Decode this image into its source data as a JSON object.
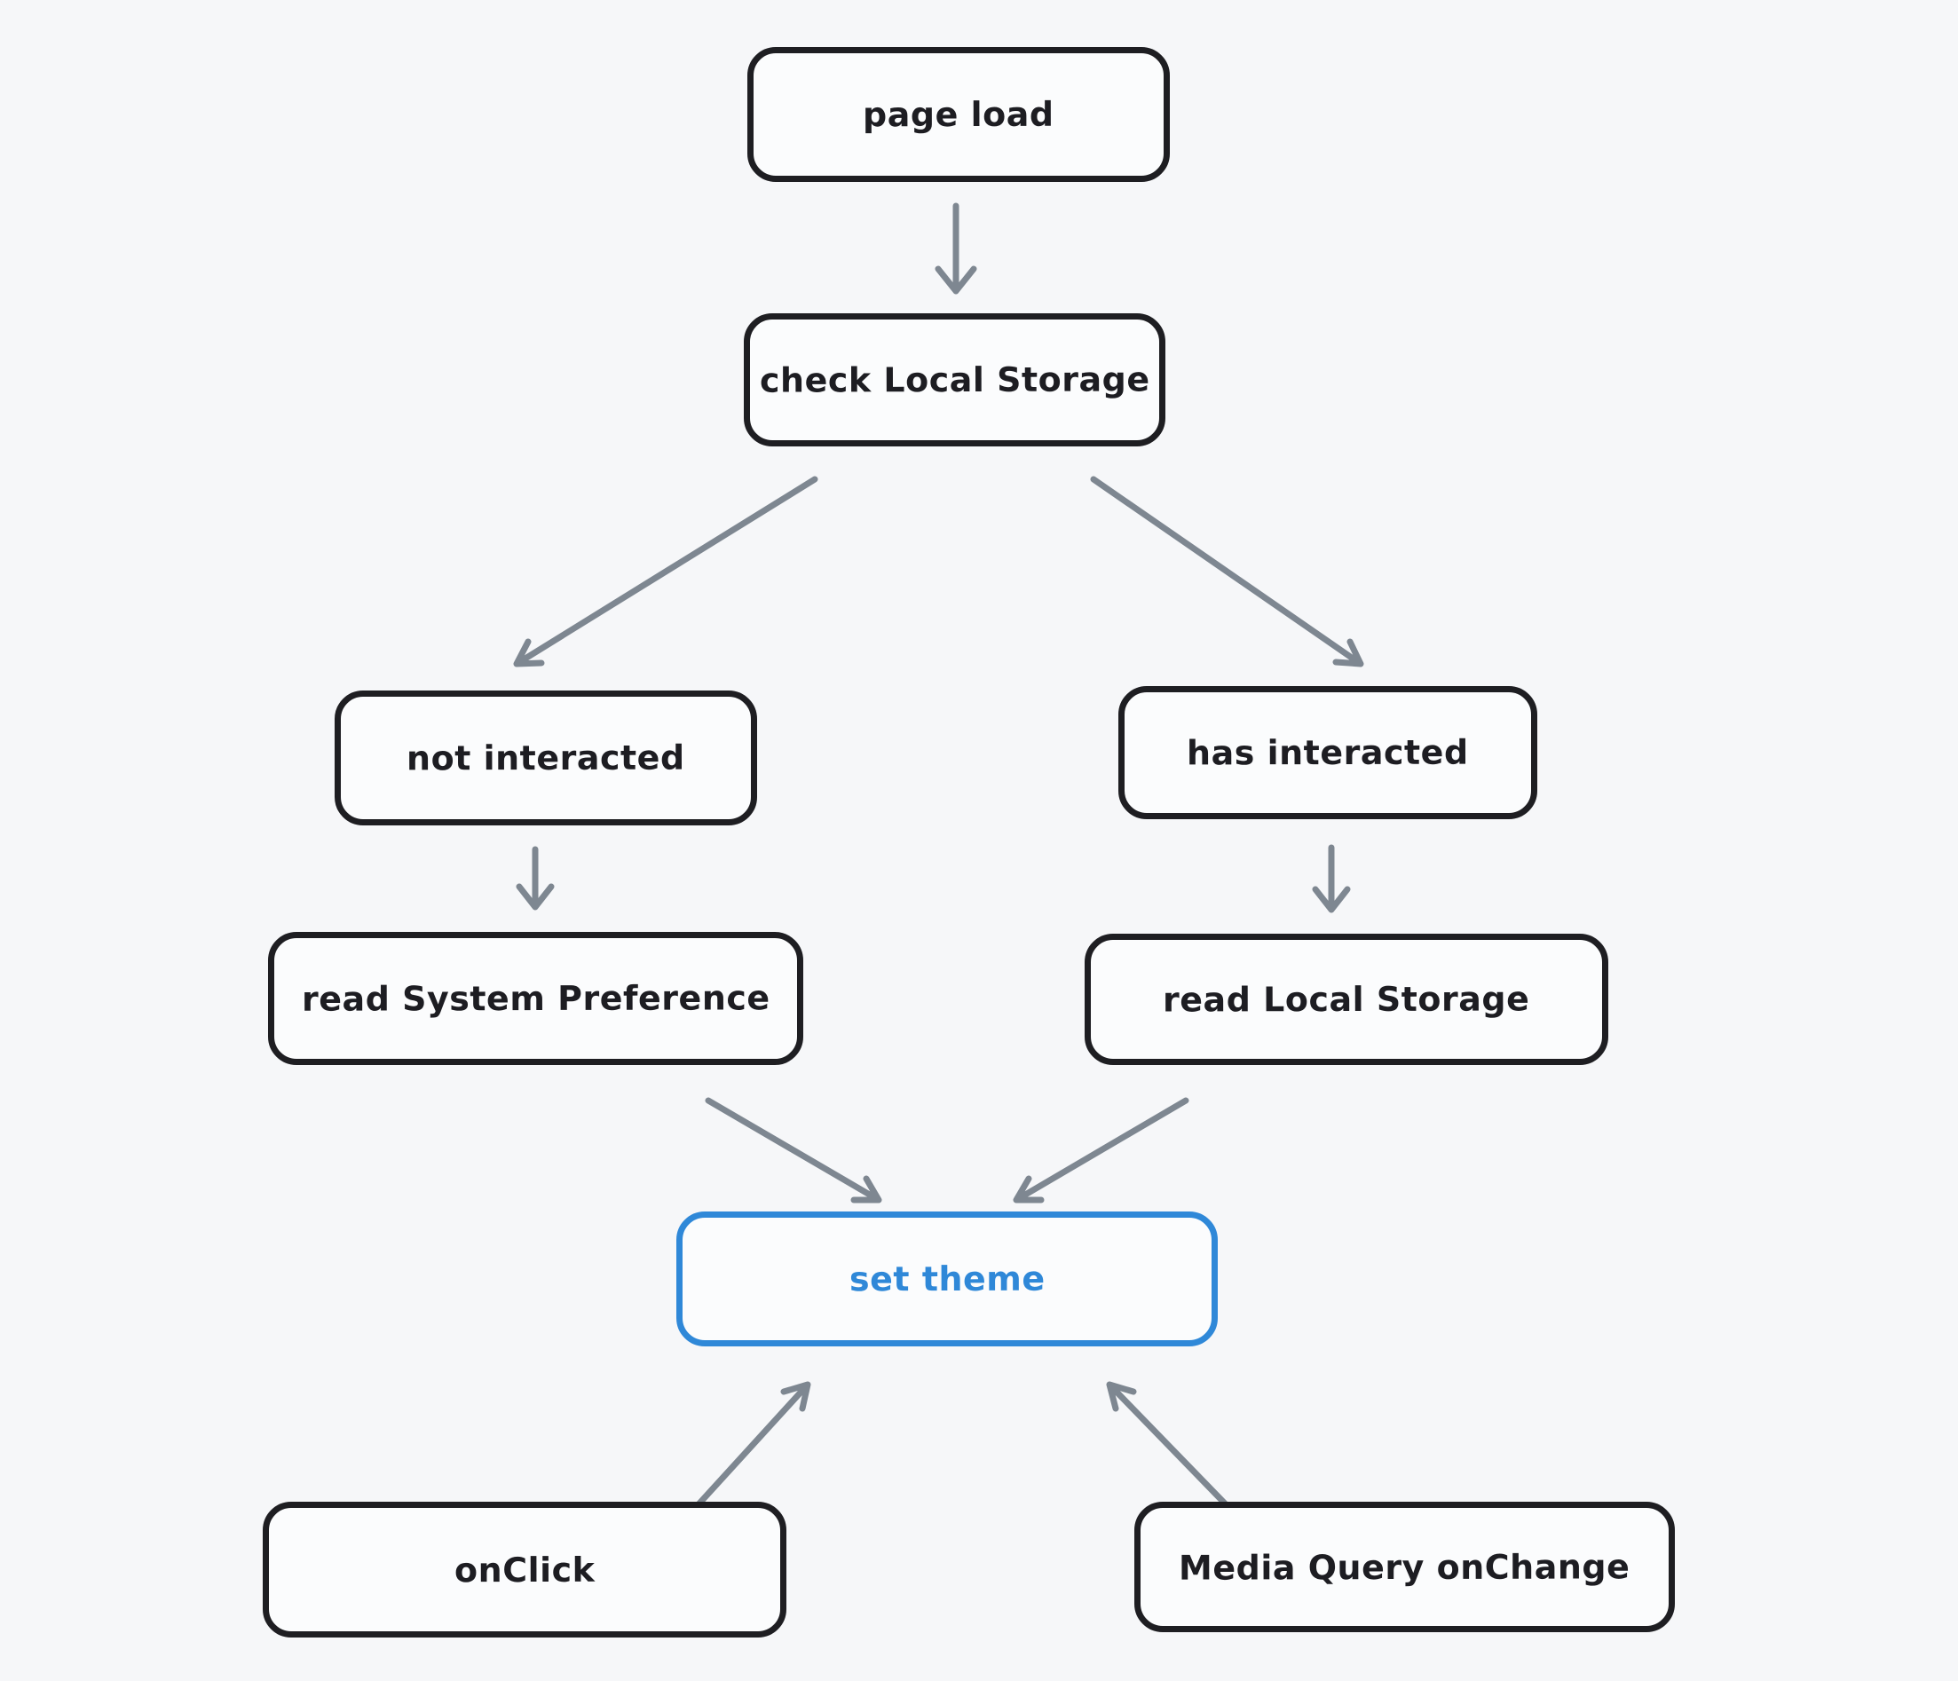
{
  "diagram_type": "flowchart",
  "nodes": {
    "page_load": {
      "label": "page load"
    },
    "check_local_storage": {
      "label": "check Local Storage"
    },
    "not_interacted": {
      "label": "not interacted"
    },
    "has_interacted": {
      "label": "has interacted"
    },
    "read_system_preference": {
      "label": "read System Preference"
    },
    "read_local_storage": {
      "label": "read Local Storage"
    },
    "set_theme": {
      "label": "set theme",
      "accent": true
    },
    "on_click": {
      "label": "onClick"
    },
    "media_query_onchange": {
      "label": "Media Query onChange"
    }
  },
  "edges": [
    {
      "from": "page load",
      "to": "check Local Storage"
    },
    {
      "from": "check Local Storage",
      "to": "not interacted"
    },
    {
      "from": "check Local Storage",
      "to": "has interacted"
    },
    {
      "from": "not interacted",
      "to": "read System Preference"
    },
    {
      "from": "has interacted",
      "to": "read Local Storage"
    },
    {
      "from": "read System Preference",
      "to": "set theme"
    },
    {
      "from": "read Local Storage",
      "to": "set theme"
    },
    {
      "from": "onClick",
      "to": "set theme"
    },
    {
      "from": "Media Query onChange",
      "to": "set theme"
    }
  ],
  "colors": {
    "background": "#f6f7f9",
    "node_border": "#1e1e22",
    "node_fill": "#fbfcfd",
    "node_text": "#1d1d22",
    "accent": "#2f88d8",
    "arrow": "#7e8791"
  }
}
